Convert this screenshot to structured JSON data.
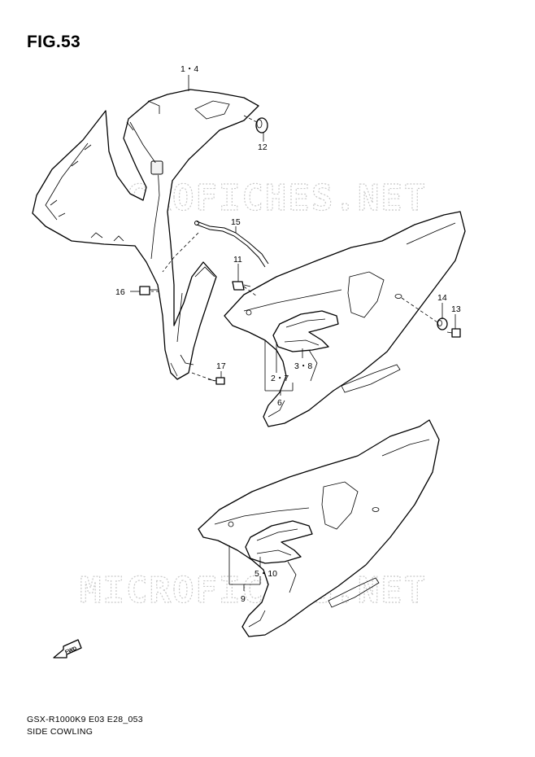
{
  "figure": {
    "title": "FIG.53"
  },
  "footer": {
    "model_code": "GSX-R1000K9 E03 E28_053",
    "section_name": "SIDE COWLING"
  },
  "watermark": {
    "text": "MICROFICHES.NET"
  },
  "fwd_marker": {
    "text": "FWD"
  },
  "callouts": {
    "c_1_4": "1・4",
    "c_12": "12",
    "c_15": "15",
    "c_11": "11",
    "c_16": "16",
    "c_17": "17",
    "c_14": "14",
    "c_13": "13",
    "c_2_7": "2・7",
    "c_3_8": "3・8",
    "c_6": "6",
    "c_5_10": "5・10",
    "c_9": "9"
  },
  "colors": {
    "line": "#000000",
    "watermark": "#c9c9c9",
    "background": "#ffffff"
  }
}
